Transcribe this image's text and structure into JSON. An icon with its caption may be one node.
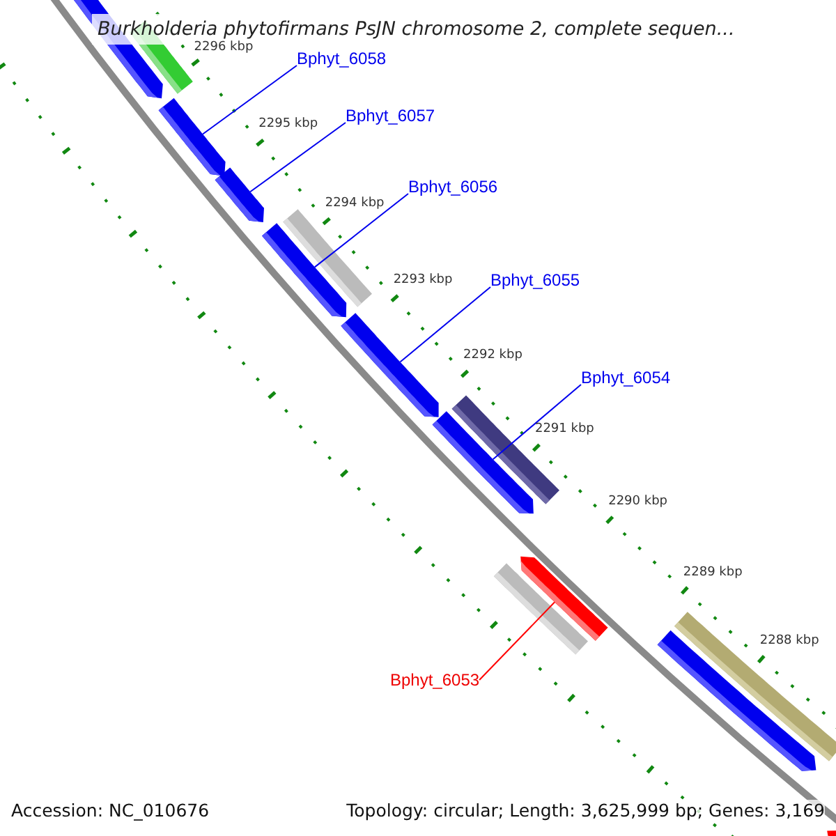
{
  "diagram": {
    "title": "Burkholderia phytofirmans PsJN chromosome 2, complete sequen...",
    "nodes": [
      {
        "text": [
          "Bphyt_6058"
        ]
      },
      {
        "text": [
          "Bphyt_6057"
        ]
      },
      {
        "text": [
          "Bphyt_6056"
        ]
      },
      {
        "text": [
          "Bphyt_6055"
        ]
      },
      {
        "text": [
          "Bphyt_6054"
        ]
      },
      {
        "text": [
          "Bphyt_6053"
        ]
      },
      {
        "text": [],
        "shape": "bar"
      },
      {
        "text": [],
        "shape": "pentagon"
      },
      {
        "text": [],
        "shape": "pentagon"
      },
      {
        "text": [],
        "shape": "pentagon"
      },
      {
        "text": [],
        "shape": "bar"
      },
      {
        "text": [],
        "shape": "pentagon"
      },
      {
        "text": [],
        "shape": "pentagon"
      },
      {
        "text": [],
        "shape": "bar"
      },
      {
        "text": [],
        "shape": "pentagon"
      },
      {
        "text": [],
        "shape": "pentagon"
      },
      {
        "text": [],
        "shape": "bar"
      },
      {
        "text": [],
        "shape": "bar"
      },
      {
        "text": [],
        "shape": "pentagon"
      },
      {
        "text": [],
        "shape": "pentagon"
      }
    ],
    "edges": [
      {
        "from": 0,
        "to": 8,
        "arrow": "none"
      },
      {
        "from": 1,
        "to": 9,
        "arrow": "none"
      },
      {
        "from": 2,
        "to": 11,
        "arrow": "none"
      },
      {
        "from": 3,
        "to": 12,
        "arrow": "none"
      },
      {
        "from": 4,
        "to": 14,
        "arrow": "none"
      },
      {
        "from": 5,
        "to": 15,
        "arrow": "none",
        "color": "#ff0000"
      }
    ],
    "labels": [
      "2296 kbp",
      "2295 kbp",
      "2294 kbp",
      "2293 kbp",
      "2292 kbp",
      "2291 kbp",
      "2290 kbp",
      "2289 kbp",
      "2288 kbp",
      "Accession: NC_010676",
      "Topology: circular; Length: 3,625,999 bp; Genes: 3,169"
    ]
  }
}
